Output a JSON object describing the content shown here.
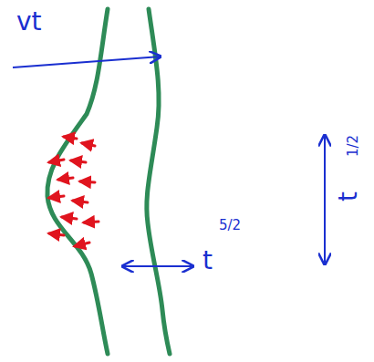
{
  "diagram": {
    "labels": [
      "vt",
      "t",
      "1/2",
      "t",
      "5/2"
    ]
  }
}
